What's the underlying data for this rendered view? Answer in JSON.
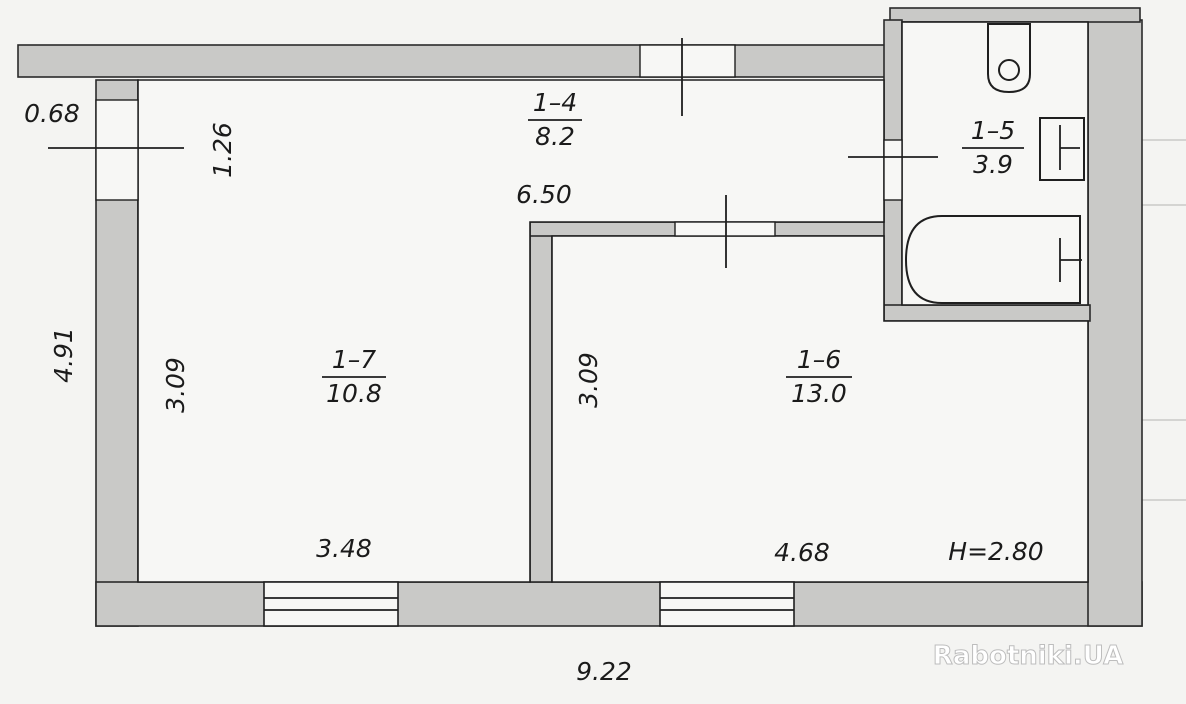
{
  "dimensions": {
    "total_width": "9.22",
    "total_depth": "4.91",
    "wall_thickness": "0.68",
    "corridor_depth": "1.26",
    "corridor_length": "6.50",
    "room7_depth": "3.09",
    "room6_depth": "3.09",
    "room7_width": "3.48",
    "room6_width": "4.68",
    "ceiling_height": "H=2.80"
  },
  "rooms": [
    {
      "id": "1–4",
      "area": "8.2"
    },
    {
      "id": "1–5",
      "area": "3.9"
    },
    {
      "id": "1–6",
      "area": "13.0"
    },
    {
      "id": "1–7",
      "area": "10.8"
    }
  ],
  "watermark": "Rabotniki.UA",
  "colors": {
    "ink": "#1f1f1f",
    "wall": "#c9c9c7",
    "paper": "#f4f4f2"
  }
}
